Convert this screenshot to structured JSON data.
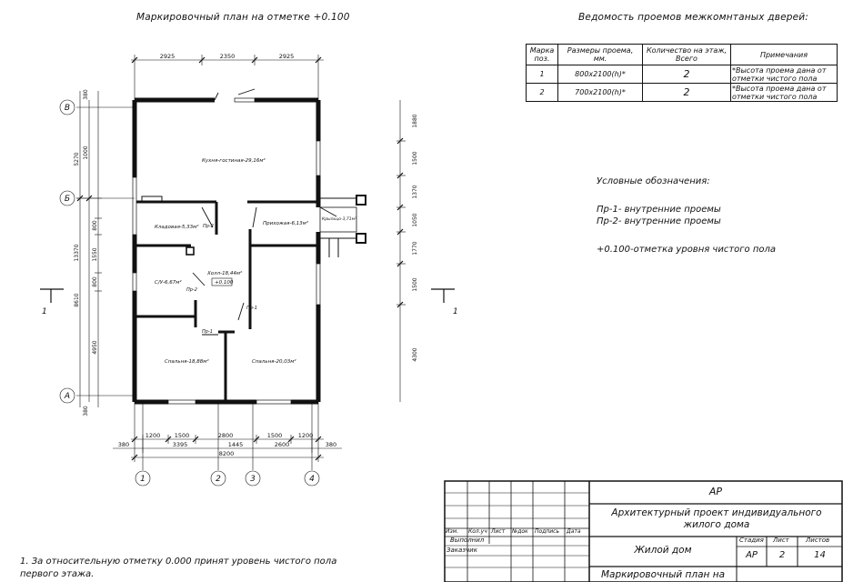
{
  "titles": {
    "plan": "Маркировочный план на отметке +0.100",
    "doors": "Ведомость проемов межкомнтаных дверей:"
  },
  "doors_table": {
    "headers": [
      "Марка поз.",
      "Размеры проема, мм.",
      "Количество на этаж, Всего",
      "Примечания"
    ],
    "rows": [
      {
        "mark": "1",
        "size": "800х2100(h)*",
        "qty": "2",
        "note": "*Высота проема дана от отметки чистого пола"
      },
      {
        "mark": "2",
        "size": "700х2100(h)*",
        "qty": "2",
        "note": "*Высота проема дана от отметки чистого пола"
      }
    ]
  },
  "legend": {
    "title": "Условные обозначения:",
    "items": [
      "Пр-1- внутренние проемы",
      "Пр-2- внутренние проемы"
    ],
    "level": "+0.100-отметка уровня чистого пола"
  },
  "notes": "1. За относительную отметку 0.000 принят уровень чистого пола первого этажа.",
  "plan": {
    "rooms": {
      "kitchen": "Кухня-гостиная-29,16м²",
      "pantry": "Кладовая-5,33м²",
      "hallway": "Прихожая-6,13м²",
      "porch": "Крыльцо-3,71м²",
      "bath": "С/У-6,67м²",
      "hall": "Холл-18,44м²",
      "bedroom1": "Спальня-18,88м²",
      "bedroom2": "Спальня-20,03м²"
    },
    "level_mark": "+0.100",
    "door_tags": [
      "Пр-2",
      "Пр-2",
      "Пр-1",
      "Пр-1"
    ],
    "axes_letters": [
      "В",
      "Б",
      "А"
    ],
    "axes_numbers": [
      "1",
      "2",
      "3",
      "4"
    ],
    "section_mark": "1",
    "dims_top": [
      "2925",
      "2350",
      "2925"
    ],
    "dims_bottom1": [
      "1200",
      "1500",
      "2800",
      "1500",
      "1200"
    ],
    "dims_bottom2": [
      "380",
      "3395",
      "1445",
      "2600",
      "380"
    ],
    "dims_bottom3": "8200",
    "dims_left1": [
      "380",
      "1000",
      "800",
      "1550",
      "800",
      "4950",
      "380"
    ],
    "dims_left2": [
      "5270",
      "8610"
    ],
    "dims_left3": "13370",
    "dims_right": [
      "1880",
      "1500",
      "1370",
      "1050",
      "1770",
      "1500",
      "4300"
    ]
  },
  "stamp": {
    "code": "АР",
    "project": "Архитектурный проект индивидуального жилого дома",
    "object": "Жилой дом",
    "sheet_name": "Маркировочный план на",
    "col_headers": [
      "Изм.",
      "Кол.уч",
      "Лист",
      "№док",
      "Подпись",
      "Дата"
    ],
    "roles": [
      "Выполнил",
      "Заказчик"
    ],
    "stage_label": "Стадия",
    "sheet_label": "Лист",
    "sheets_label": "Листов",
    "stage": "АР",
    "sheet": "2",
    "sheets": "14"
  }
}
